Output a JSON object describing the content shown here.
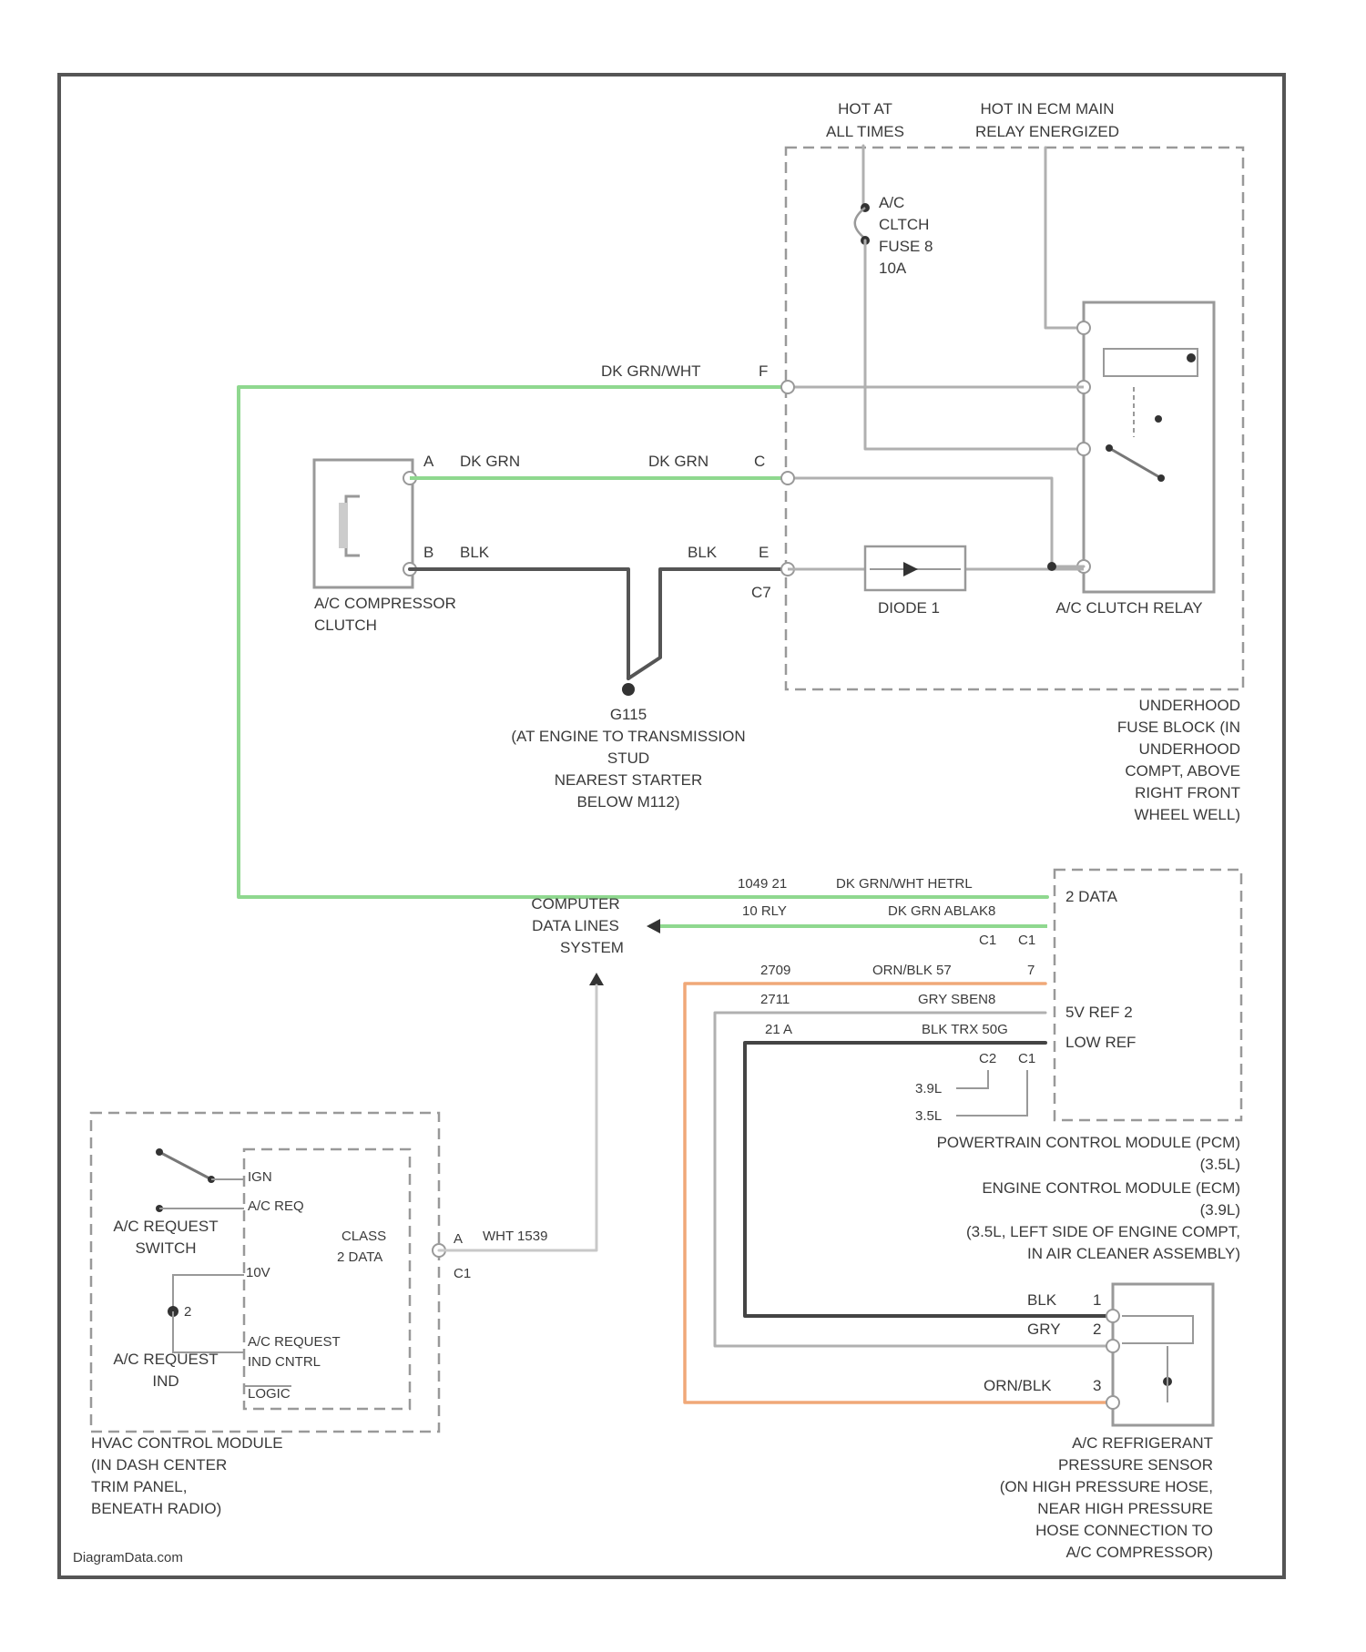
{
  "colors": {
    "green_wire": "#8fd88f",
    "orange_wire": "#f0a878",
    "gray_wire": "#b0b0b0",
    "dark_wire": "#444444",
    "frame": "#555555"
  },
  "header": {
    "hot_at_all_times": [
      "HOT AT",
      "ALL TIMES"
    ],
    "hot_in_ecm_relay": [
      "HOT IN ECM MAIN",
      "RELAY ENERGIZED"
    ]
  },
  "fuse": [
    "A/C",
    "CLTCH",
    "FUSE 8",
    "10A"
  ],
  "wires": {
    "dk_grn_wht_top": "DK GRN/WHT",
    "dk_grn_comp": "DK GRN",
    "dk_grn_fuse": "DK GRN",
    "blk_comp": "BLK",
    "blk_fuse": "BLK",
    "pin_f": "F",
    "pin_a_comp": "A",
    "pin_b_comp": "B",
    "pin_c_fuse": "C",
    "pin_e_fuse": "E",
    "conn_c7": "C7"
  },
  "components": {
    "compressor_clutch": [
      "A/C  COMPRESSOR",
      "CLUTCH"
    ],
    "diode": "DIODE 1",
    "clutch_relay": "A/C CLUTCH RELAY",
    "ground": [
      "G115",
      "(AT ENGINE TO TRANSMISSION",
      "STUD",
      "NEAREST STARTER",
      "BELOW M112)"
    ],
    "fuse_block": [
      "UNDERHOOD",
      "FUSE BLOCK (IN",
      "UNDERHOOD",
      "COMPT, ABOVE",
      "RIGHT FRONT",
      "WHEEL WELL)"
    ],
    "data_lines": [
      "COMPUTER",
      "DATA LINES",
      "SYSTEM"
    ],
    "pcm_class2": "2 DATA",
    "pcm_5v_ref": "5V REF 2",
    "pcm_low_ref": "LOW REF",
    "pcm_label": [
      "POWERTRAIN CONTROL MODULE (PCM)",
      "(3.5L)",
      "ENGINE CONTROL MODULE (ECM)",
      "(3.9L)",
      "(3.5L, LEFT SIDE OF ENGINE COMPT,",
      "IN AIR CLEANER ASSEMBLY)"
    ],
    "engine_35": "3.9L",
    "engine_39": "3.5L",
    "pcm_conn_c1": "C1",
    "pcm_conn_c2": "C2",
    "sensor_label": [
      "A/C REFRIGERANT",
      "PRESSURE SENSOR",
      "(ON HIGH PRESSURE HOSE,",
      "NEAR HIGH PRESSURE",
      "HOSE CONNECTION TO",
      "A/C COMPRESSOR)"
    ],
    "hvac_label": [
      "HVAC CONTROL MODULE",
      "(IN DASH CENTER",
      "TRIM PANEL,",
      "BENEATH RADIO)"
    ],
    "request_switch": [
      "A/C REQUEST",
      "SWITCH"
    ],
    "request_ind": [
      "A/C REQUEST",
      "IND"
    ],
    "hvac_ign": "IGN",
    "hvac_ac_req": "A/C REQ",
    "hvac_10v": "10V",
    "hvac_class2": [
      "CLASS",
      "2 DATA"
    ],
    "hvac_ind_ctrl": [
      "A/C REQUEST",
      "IND CNTRL"
    ],
    "hvac_logic": "LOGIC",
    "hvac_pin_a": "A",
    "hvac_pin_2": "2",
    "hvac_c1": "C1"
  },
  "pcm_wires": [
    {
      "circuit": "1049  21",
      "color": "DK GRN/WHT  HETRL"
    },
    {
      "circuit": "10 RLY",
      "color": "DK GRN  ABLAK8"
    },
    {
      "circuit": "2709",
      "color": "ORN/BLK  57"
    },
    {
      "circuit": "2711",
      "color": "GRY  SBEN8"
    },
    {
      "circuit": "21 A",
      "color": "BLK  TRX  50G"
    }
  ],
  "pcm_conns": [
    "C1",
    "C1",
    "C2",
    "C1"
  ],
  "pcm_pins": [
    "7"
  ],
  "sensor_wires": [
    {
      "color": "BLK",
      "pin": "1"
    },
    {
      "color": "GRY",
      "pin": "2"
    },
    {
      "color": "ORN/BLK",
      "pin": "3"
    }
  ],
  "hvac_wire": "WHT  1539",
  "footer": "DiagramData.com"
}
